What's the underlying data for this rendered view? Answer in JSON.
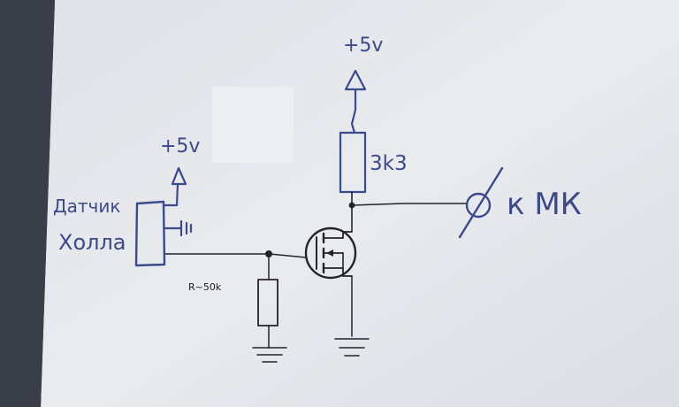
{
  "labels": {
    "vcc_top": "+5v",
    "vcc_sensor": "+5v",
    "resistor_top": "3k3",
    "output": "к МК",
    "sensor_line1": "Датчик",
    "sensor_line2": "Холла",
    "resistor_bottom": "R~50k"
  },
  "colors": {
    "paper": "#e6e8ec",
    "pen_ink": "#3b4a8a",
    "wire": "#23242a"
  }
}
